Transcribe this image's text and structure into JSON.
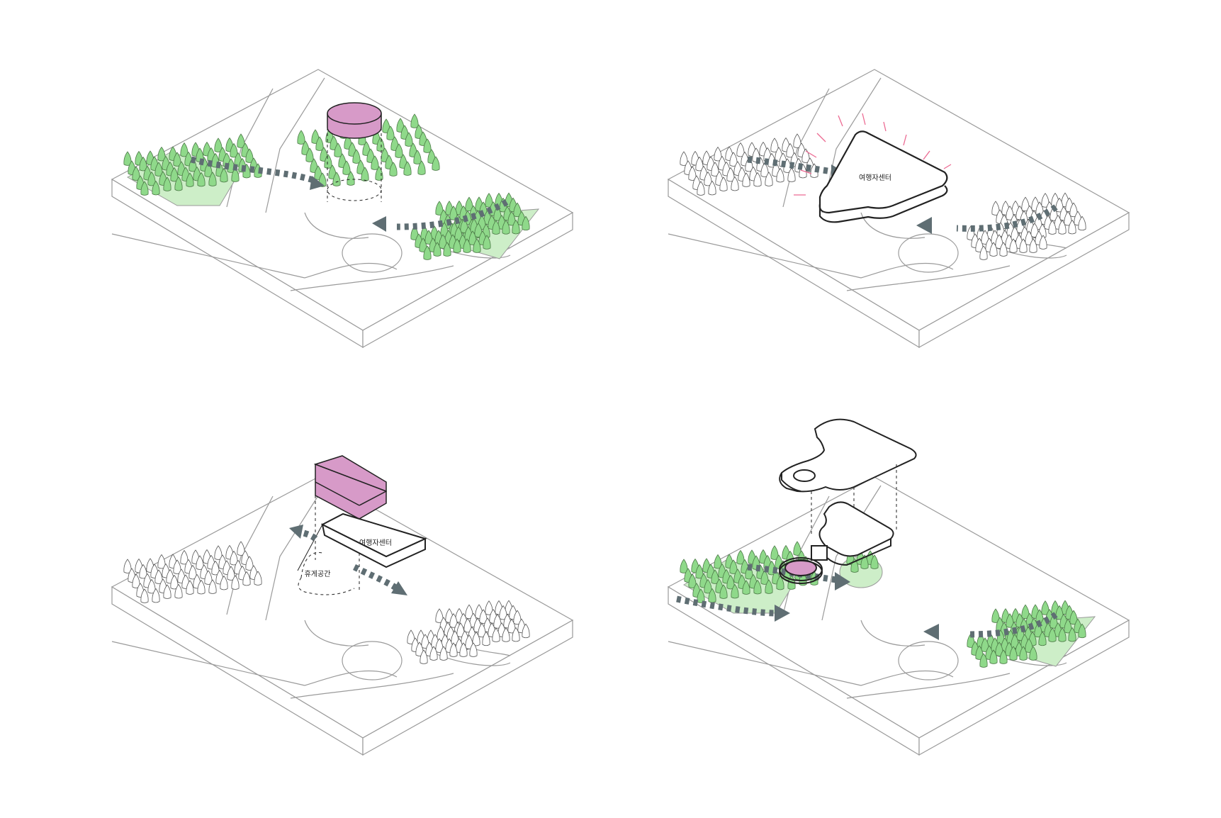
{
  "colors": {
    "green": "#8fd98a",
    "green_light": "#cdeec8",
    "pink": "#d79ac8",
    "arrow": "#5f6e73",
    "ray": "#ec6b93",
    "line": "#222222",
    "thin": "#9a9a9a"
  },
  "panels": [
    {
      "id": "top-left",
      "trees_color": "green",
      "building": "cylinder",
      "labels": []
    },
    {
      "id": "top-right",
      "trees_color": "white",
      "building": "triangle",
      "labels": [
        "여행자센터"
      ]
    },
    {
      "id": "bottom-left",
      "trees_color": "white",
      "building": "bar",
      "labels": [
        "여행자센터",
        "휴게공간"
      ]
    },
    {
      "id": "bottom-right",
      "trees_color": "green",
      "building": "exploded-roof",
      "labels": []
    }
  ],
  "labels": {
    "center_tr": "여행자센터",
    "center_bl": "여행자센터",
    "rest_bl": "휴게공간"
  }
}
